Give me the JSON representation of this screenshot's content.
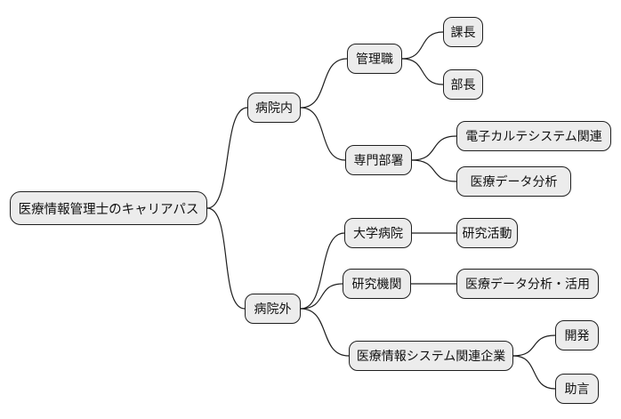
{
  "diagram": {
    "type": "mindmap",
    "background_color": "#ffffff",
    "node_fill_color": "#ececec",
    "node_border_color": "#1f1f1f",
    "edge_color": "#1f1f1f",
    "root": {
      "label": "医療情報管理士のキャリアパス",
      "children": [
        {
          "label": "病院内",
          "children": [
            {
              "label": "管理職",
              "children": [
                {
                  "label": "課長"
                },
                {
                  "label": "部長"
                }
              ]
            },
            {
              "label": "専門部署",
              "children": [
                {
                  "label": "電子カルテシステム関連"
                },
                {
                  "label": "医療データ分析"
                }
              ]
            }
          ]
        },
        {
          "label": "病院外",
          "children": [
            {
              "label": "大学病院",
              "children": [
                {
                  "label": "研究活動"
                }
              ]
            },
            {
              "label": "研究機関",
              "children": [
                {
                  "label": "医療データ分析・活用"
                }
              ]
            },
            {
              "label": "医療情報システム関連企業",
              "children": [
                {
                  "label": "開発"
                },
                {
                  "label": "助言"
                }
              ]
            }
          ]
        }
      ]
    }
  }
}
